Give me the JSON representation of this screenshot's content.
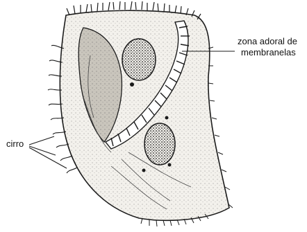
{
  "labels": {
    "zona_line1": "zona adoral de",
    "zona_line2": "membranelas",
    "cirro": "cirro"
  },
  "colors": {
    "ink": "#1a1a1a",
    "background": "#ffffff",
    "body_fill": "#f3f1ec",
    "shade": "#c9c5bc",
    "nucleus": "#3a3835"
  }
}
